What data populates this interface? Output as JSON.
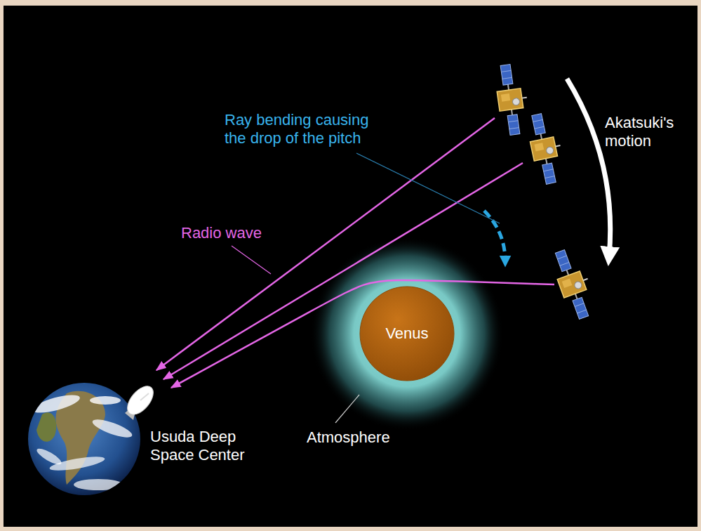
{
  "diagram": {
    "nodes": [
      {
        "text": [
          "Venus"
        ]
      }
    ],
    "labels": [
      "Ray bending causing the drop of the pitch",
      "Akatsuki's motion",
      "Radio wave",
      "Atmosphere",
      "Usuda Deep Space Center"
    ]
  }
}
